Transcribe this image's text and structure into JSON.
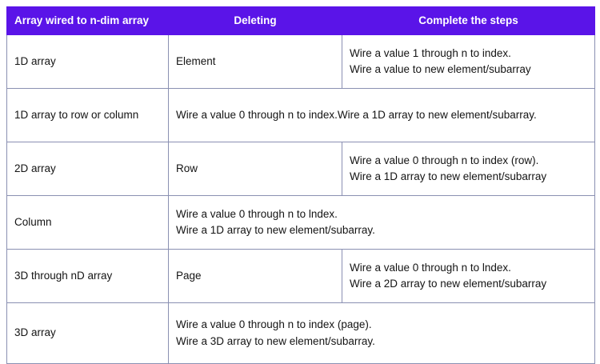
{
  "table": {
    "headers": [
      {
        "label": "Array wired to n-dim array",
        "align": "left"
      },
      {
        "label": "Deleting",
        "align": "center"
      },
      {
        "label": "Complete the steps",
        "align": "center"
      }
    ],
    "header_background": "#5a14e8",
    "header_text_color": "#ffffff",
    "border_color": "#8a90b2",
    "rows": [
      {
        "category": "1D array",
        "deleting": "Element",
        "steps": [
          "Wire a value 1 through n to index.",
          "Wire a value to new element/subarray"
        ],
        "merged": false
      },
      {
        "category": "1D array to row or column",
        "merged_text": [
          "Wire a value 0 through n to index.Wire a 1D array to new element/subarray."
        ],
        "merged": true
      },
      {
        "category": "2D array",
        "deleting": "Row",
        "steps": [
          "Wire a value 0 through n to index (row).",
          "Wire a 1D array to new element/subarray"
        ],
        "merged": false
      },
      {
        "category": "Column",
        "merged_text": [
          "Wire a value 0 through n to lndex.",
          "Wire a 1D array to new element/subarray."
        ],
        "merged": true
      },
      {
        "category": "3D through nD array",
        "deleting": "Page",
        "steps": [
          "Wire a value 0 through n to lndex.",
          "Wire a 2D array to new element/subarray"
        ],
        "merged": false
      },
      {
        "category": "3D array",
        "merged_text": [
          "Wire a value 0 through n to index (page).",
          "Wire a 3D array to new element/subarray."
        ],
        "merged": true
      }
    ]
  }
}
